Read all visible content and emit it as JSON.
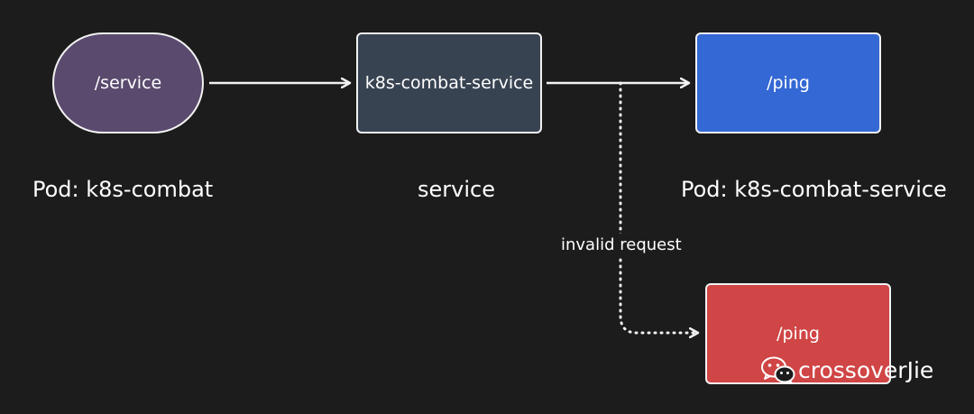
{
  "colors": {
    "background": "#1c1c1c",
    "client_pod": "#5a4a6e",
    "service": "#384352",
    "ping_ok": "#3468d4",
    "ping_invalid": "#d04545",
    "stroke": "#f2f2f2"
  },
  "nodes": {
    "client_endpoint": "/service",
    "service_name": "k8s-combat-service",
    "ping_valid": "/ping",
    "ping_invalid": "/ping"
  },
  "captions": {
    "client_pod": "Pod: k8s-combat",
    "service": "service",
    "target_pod": "Pod: k8s-combat-service"
  },
  "edges": {
    "invalid_label": "invalid request"
  },
  "watermark": {
    "icon": "wechat-icon",
    "text": "crossoverJie"
  }
}
